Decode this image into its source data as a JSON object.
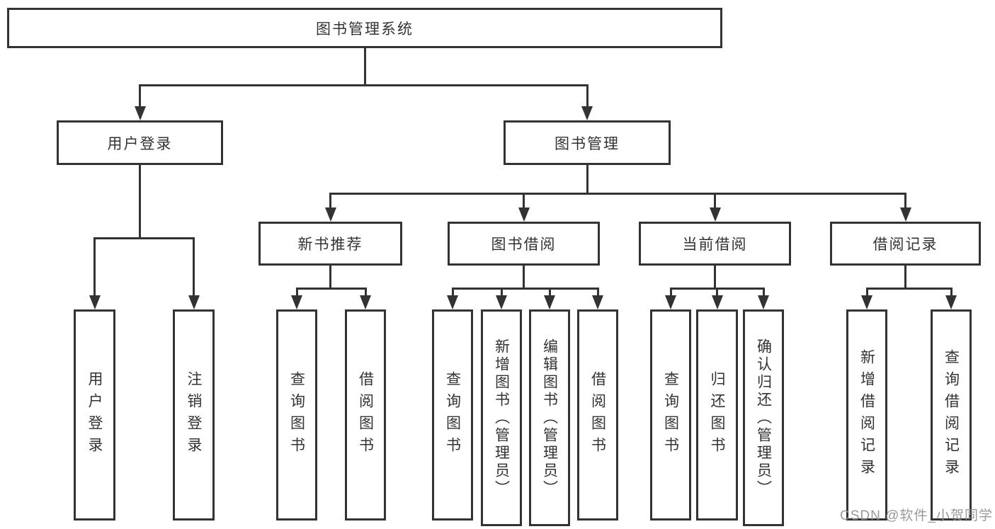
{
  "colors": {
    "line": "#333333",
    "text": "#333333",
    "background": "#ffffff",
    "watermark": "#8f8f8f"
  },
  "watermark": {
    "text": "CSDN @软件_小贺同学"
  },
  "nodes": {
    "root": {
      "label": "图书管理系统"
    },
    "user_login": {
      "label": "用户登录"
    },
    "book_mgmt": {
      "label": "图书管理"
    },
    "ul_login": {
      "label": "用户登录"
    },
    "ul_logout": {
      "label": "注销登录"
    },
    "new_book_rec": {
      "label": "新书推荐"
    },
    "book_borrow": {
      "label": "图书借阅"
    },
    "current_borrow": {
      "label": "当前借阅"
    },
    "borrow_records": {
      "label": "借阅记录"
    },
    "nbr_query": {
      "label": "查询图书"
    },
    "nbr_borrow": {
      "label": "借阅图书"
    },
    "bb_query": {
      "label": "查询图书"
    },
    "bb_add": {
      "label": "新增图书（管理员）"
    },
    "bb_edit": {
      "label": "编辑图书（管理员）"
    },
    "bb_borrow": {
      "label": "借阅图书"
    },
    "cb_query": {
      "label": "查询图书"
    },
    "cb_return": {
      "label": "归还图书"
    },
    "cb_confirm": {
      "label": "确认归还（管理员）"
    },
    "br_add": {
      "label": "新增借阅记录"
    },
    "br_query": {
      "label": "查询借阅记录"
    }
  },
  "edges": [
    [
      "root",
      "user_login"
    ],
    [
      "root",
      "book_mgmt"
    ],
    [
      "user_login",
      "ul_login"
    ],
    [
      "user_login",
      "ul_logout"
    ],
    [
      "book_mgmt",
      "new_book_rec"
    ],
    [
      "book_mgmt",
      "book_borrow"
    ],
    [
      "book_mgmt",
      "current_borrow"
    ],
    [
      "book_mgmt",
      "borrow_records"
    ],
    [
      "new_book_rec",
      "nbr_query"
    ],
    [
      "new_book_rec",
      "nbr_borrow"
    ],
    [
      "book_borrow",
      "bb_query"
    ],
    [
      "book_borrow",
      "bb_add"
    ],
    [
      "book_borrow",
      "bb_edit"
    ],
    [
      "book_borrow",
      "bb_borrow"
    ],
    [
      "current_borrow",
      "cb_query"
    ],
    [
      "current_borrow",
      "cb_return"
    ],
    [
      "current_borrow",
      "cb_confirm"
    ],
    [
      "borrow_records",
      "br_add"
    ],
    [
      "borrow_records",
      "br_query"
    ]
  ]
}
